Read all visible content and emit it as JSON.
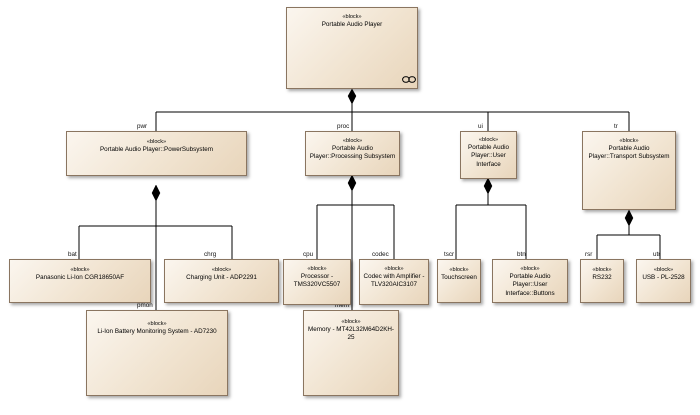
{
  "diagram": {
    "root": {
      "stereotype": "«block»",
      "name": "Portable Audio Player",
      "icon": "chain-link-icon"
    },
    "subsystems": [
      {
        "role": "pwr",
        "stereotype": "«block»",
        "name": "Portable Audio Player::PowerSubsystem"
      },
      {
        "role": "proc",
        "stereotype": "«block»",
        "name": "Portable Audio Player::Processing Subsystem"
      },
      {
        "role": "ui",
        "stereotype": "«block»",
        "name": "Portable Audio Player::User Interface"
      },
      {
        "role": "tr",
        "stereotype": "«block»",
        "name": "Portable Audio Player::Transport Subsystem"
      }
    ],
    "parts": [
      {
        "role": "bat",
        "stereotype": "«block»",
        "name": "Panasonic Li-Ion CGR18650AF"
      },
      {
        "role": "chrg",
        "stereotype": "«block»",
        "name": "Charging Unit - ADP2291"
      },
      {
        "role": "pmon",
        "stereotype": "«block»",
        "name": "Li-Ion Battery Monitoring System - AD7230"
      },
      {
        "role": "cpu",
        "stereotype": "«block»",
        "name": "Processor - TMS320VC5507"
      },
      {
        "role": "codec",
        "stereotype": "«block»",
        "name": "Codec with Amplifier - TLV320AIC3107"
      },
      {
        "role": "mem",
        "stereotype": "«block»",
        "name": "Memory - MT42L32M64D2KH-25"
      },
      {
        "role": "tscr",
        "stereotype": "«block»",
        "name": "Touchscreen"
      },
      {
        "role": "btn",
        "stereotype": "«block»",
        "name": "Portable Audio Player::User Interface::Buttons"
      },
      {
        "role": "rsr",
        "stereotype": "«block»",
        "name": "RS232"
      },
      {
        "role": "utr",
        "stereotype": "«block»",
        "name": "USB - PL-2528"
      }
    ]
  },
  "colors": {
    "block_fill_light": "#fbf6ef",
    "block_fill_dark": "#e8d5bb",
    "block_border": "#8a7560",
    "connector": "#000000"
  }
}
